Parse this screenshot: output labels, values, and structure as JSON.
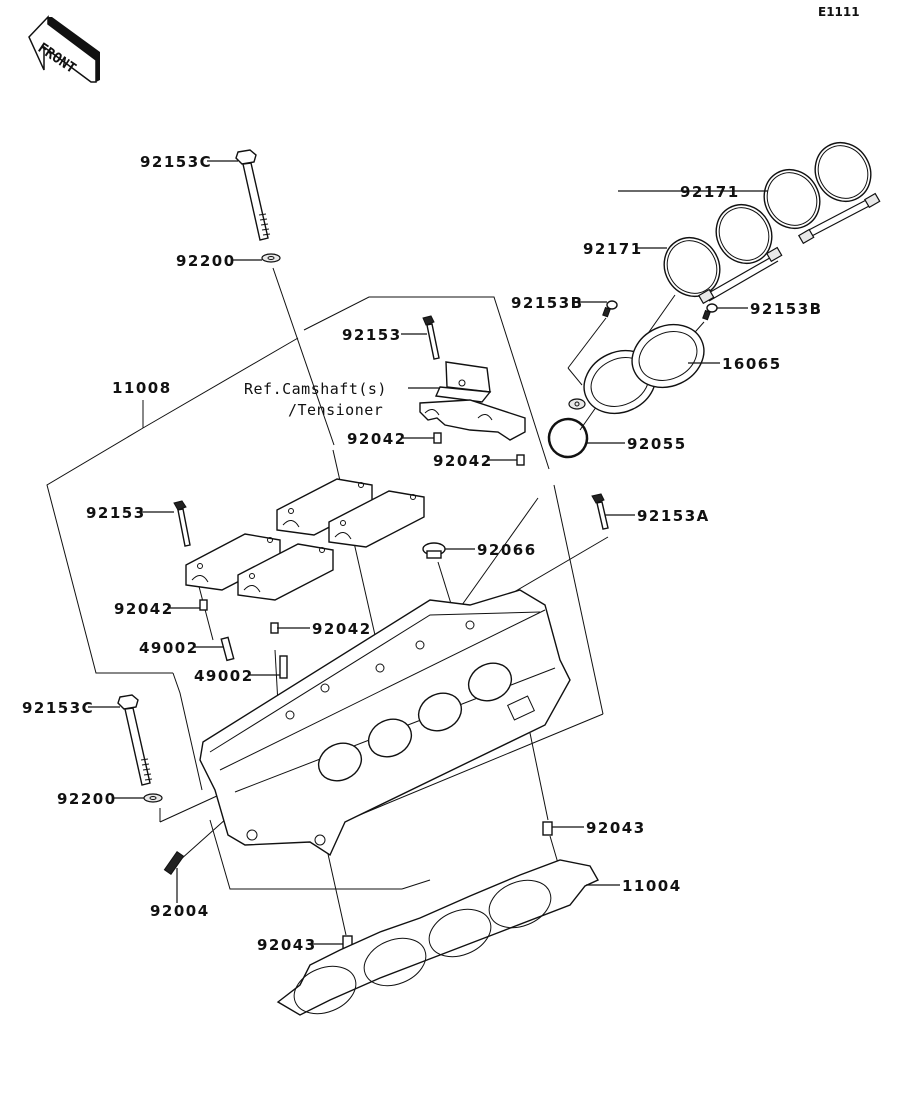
{
  "diagram": {
    "code": "E1111",
    "front_label": "FRONT",
    "ref_note": [
      "Ref.Camshaft(s)",
      "/Tensioner"
    ],
    "labels": {
      "bolt_top_left": "92153C",
      "washer_top_left": "92200",
      "bolt_tensioner": "92153",
      "cylinder_head_assy": "11008",
      "dowel_tensioner_1": "92042",
      "dowel_tensioner_2": "92042",
      "clamp_1": "92171",
      "clamp_2": "92171",
      "screw_left": "92153B",
      "screw_right": "92153B",
      "holder": "16065",
      "o_ring": "92055",
      "bolt_camcap": "92153",
      "plug": "92066",
      "bolt_right": "92153A",
      "dowel_camcap_1": "92042",
      "dowel_camcap_2": "92042",
      "valve_guide_1": "49002",
      "valve_guide_2": "49002",
      "bolt_bottom_left": "92153C",
      "washer_bottom_left": "92200",
      "stud": "92004",
      "dowel_right": "92043",
      "gasket": "11004",
      "dowel_bottom": "92043"
    }
  }
}
